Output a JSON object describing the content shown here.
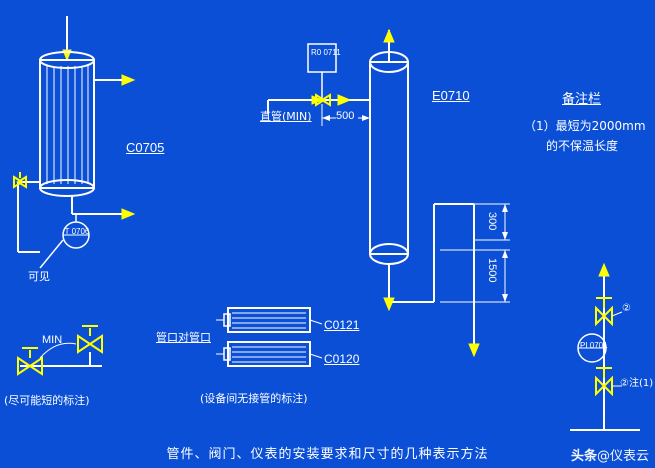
{
  "page": {
    "background_color": "#0a4fd6",
    "line_color": "#ffffff",
    "accent_color": "#ffff00",
    "bottom_title": "管件、阀门、仪表的安装要求和尺寸的几种表示方法"
  },
  "equipment": {
    "c0705_tag": "C0705",
    "t0706_tag": "T 0706",
    "visible_note": "可见",
    "e0710_tag": "E0710",
    "r0711_tag": "R0 0711",
    "straight_pipe_note": "直管(MIN)",
    "dim_500": "500",
    "dim_300": "300",
    "dim_1500": "1500",
    "c0121_tag": "C0121",
    "c0120_tag": "C0120",
    "nozzle_note": "管口对管口",
    "pi_tag": "PI 0701",
    "valve_note_1": "②",
    "valve_note_2": "②注(1)"
  },
  "notes": {
    "remarks_title": "备注栏",
    "remark_1": "（1）最短为2000mm",
    "remark_1b": "的不保温长度",
    "min_label": "MIN",
    "caption_left": "(尽可能短的标注)",
    "caption_mid": "(设备间无接管的标注)"
  },
  "watermark": {
    "head": "头条",
    "source": "@仪表云"
  }
}
